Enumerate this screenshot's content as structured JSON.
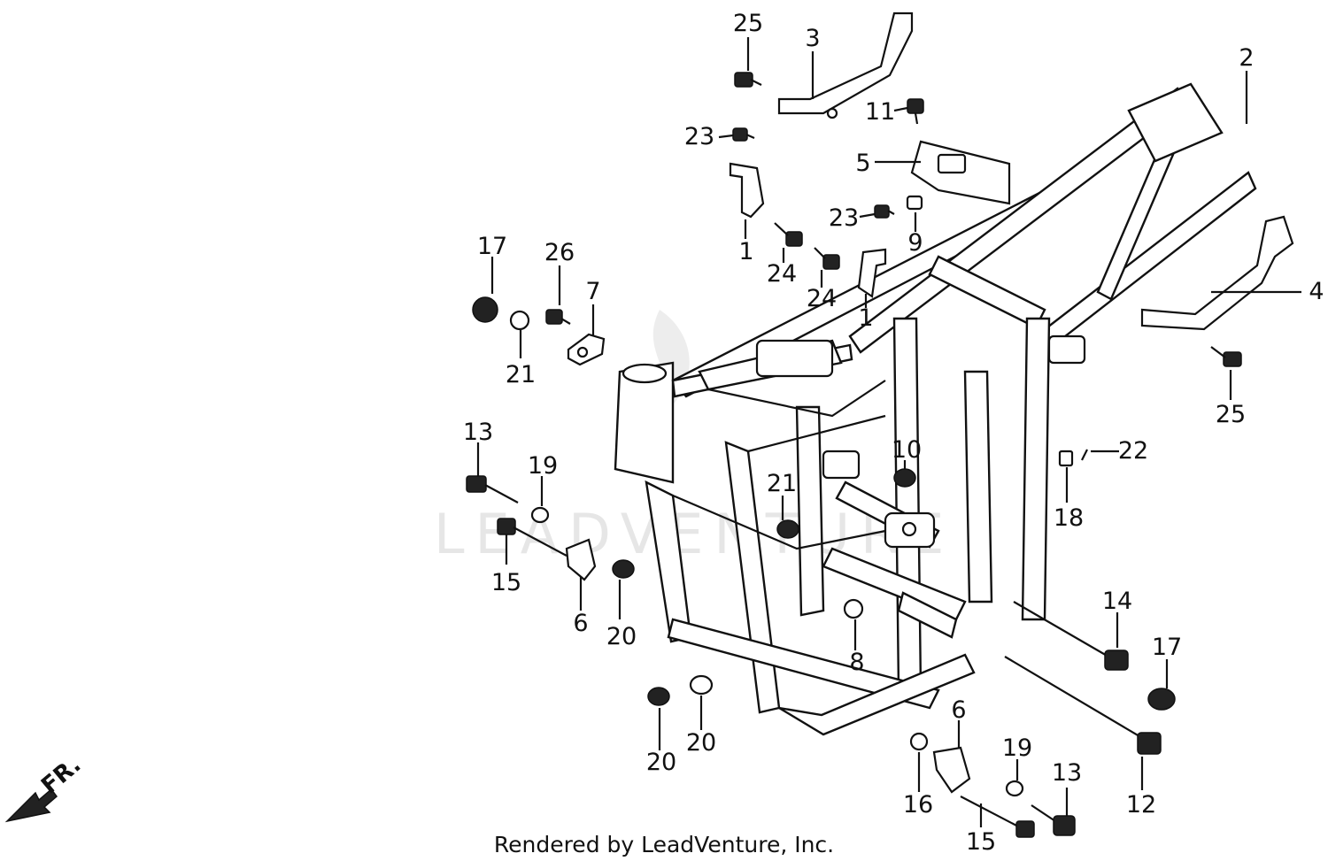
{
  "watermark": "LEADVENTURE",
  "footer": "Rendered by LeadVenture, Inc.",
  "direction_label": "FR.",
  "callouts": [
    "25",
    "3",
    "2",
    "11",
    "23",
    "5",
    "23",
    "9",
    "1",
    "24",
    "24",
    "1",
    "17",
    "26",
    "7",
    "21",
    "4",
    "25",
    "22",
    "13",
    "19",
    "10",
    "21",
    "18",
    "15",
    "6",
    "20",
    "14",
    "8",
    "17",
    "20",
    "20",
    "6",
    "19",
    "13",
    "16",
    "12",
    "15"
  ]
}
